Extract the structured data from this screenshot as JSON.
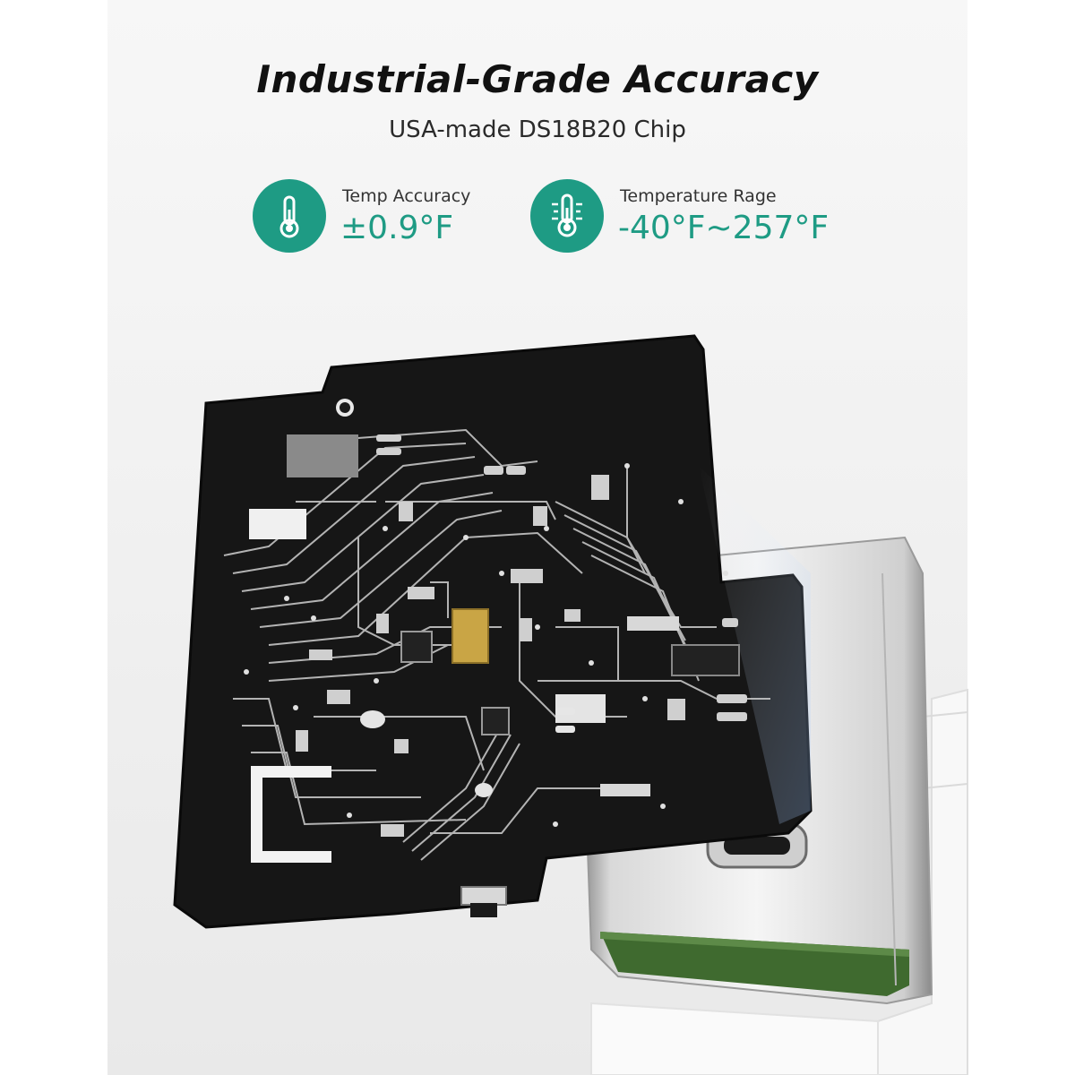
{
  "header": {
    "title": "Industrial-Grade Accuracy",
    "subtitle": "USA-made DS18B20 Chip"
  },
  "specs": [
    {
      "icon": "thermometer-icon",
      "label": "Temp Accuracy",
      "value": "±0.9°F"
    },
    {
      "icon": "thermometer-scale-icon",
      "label": "Temperature Rage",
      "value": "-40°F~257°F"
    }
  ],
  "colors": {
    "accent": "#1e9b84",
    "board": "#161616",
    "trace": "#cfcfcf",
    "chip_gold": "#c9a545",
    "housing_green": "#3f6a2f"
  }
}
